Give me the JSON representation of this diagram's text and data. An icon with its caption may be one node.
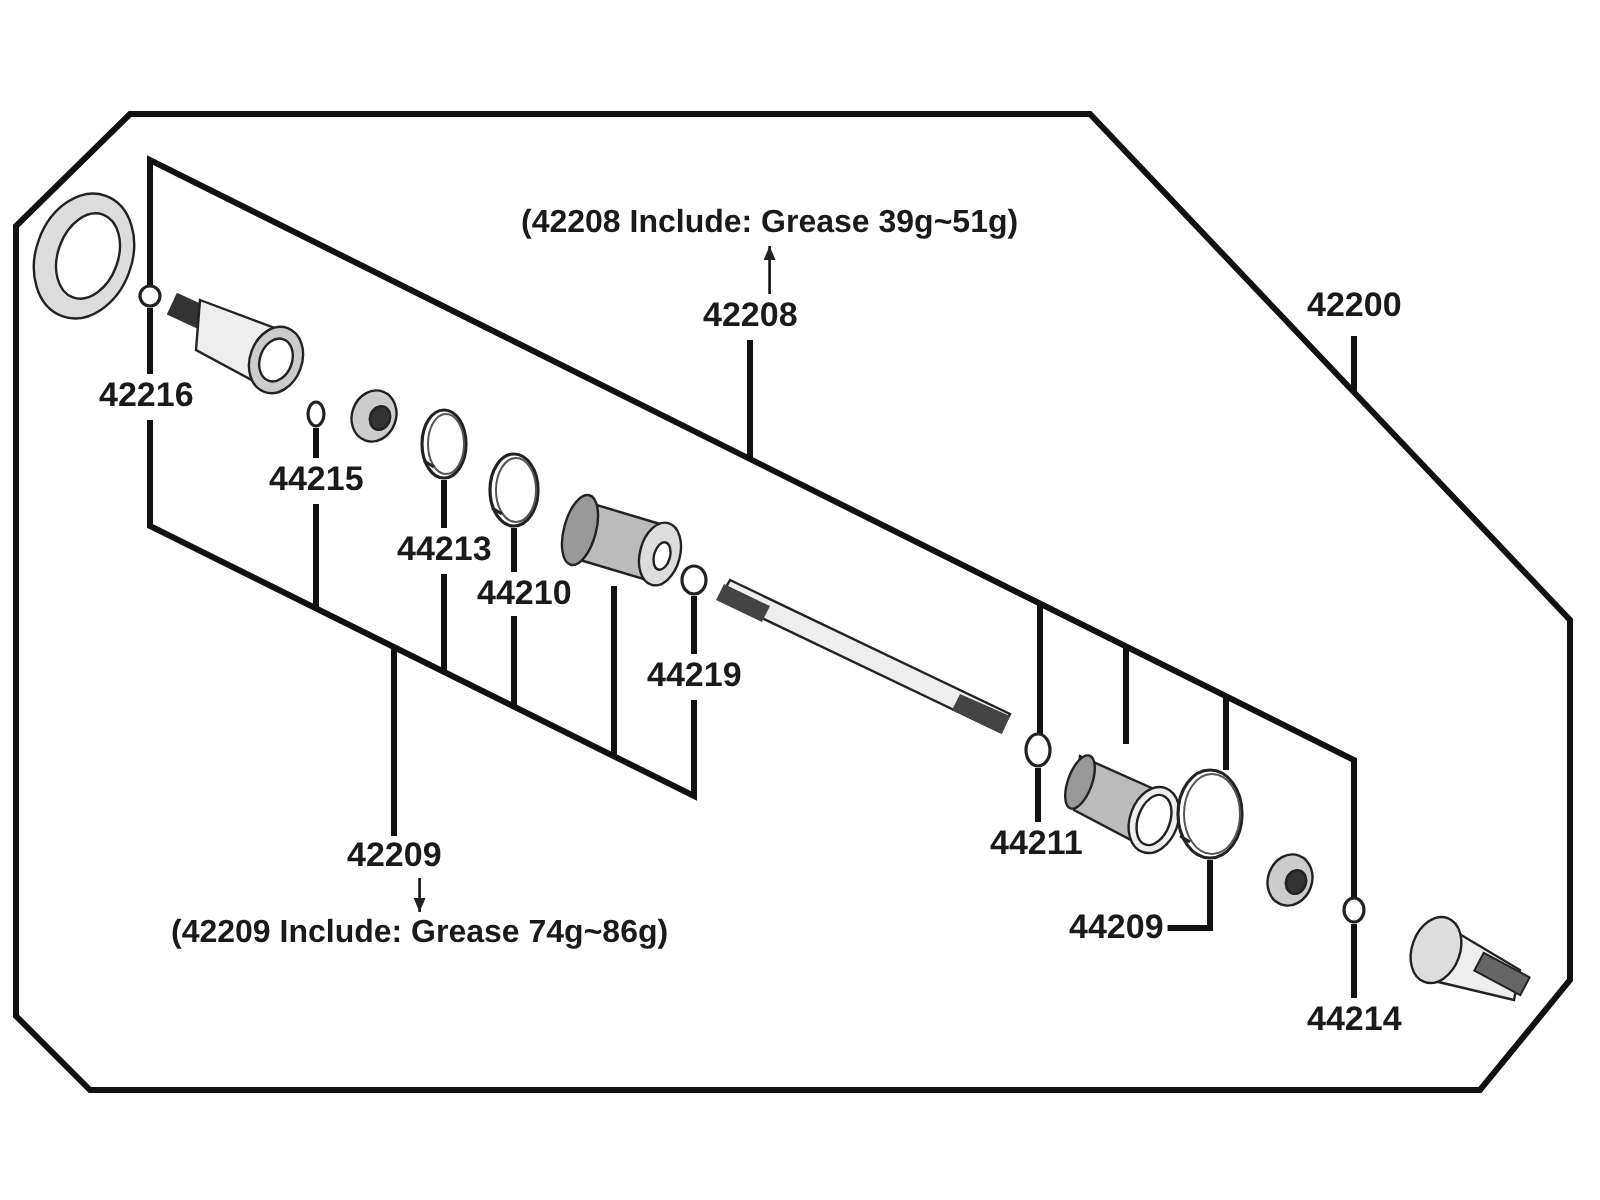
{
  "diagram": {
    "nodes": [
      {
        "text": [
          "(42208 Include: Grease 39g~51g)"
        ]
      },
      {
        "text": [
          "42208"
        ]
      },
      {
        "text": [
          "42200"
        ]
      },
      {
        "text": [
          "42216"
        ]
      },
      {
        "text": [
          "44215"
        ]
      },
      {
        "text": [
          "44213"
        ]
      },
      {
        "text": [
          "44210"
        ]
      },
      {
        "text": [
          "44219"
        ]
      },
      {
        "text": [
          "42209"
        ]
      },
      {
        "text": [
          "(42209 Include: Grease 74g~86g)"
        ]
      },
      {
        "text": [
          "44211"
        ]
      },
      {
        "text": [
          "44209"
        ]
      },
      {
        "text": [
          "44214"
        ]
      },
      {
        "text": [],
        "shape": "circle"
      },
      {
        "text": [],
        "shape": "circle"
      },
      {
        "text": [],
        "shape": "picture"
      },
      {
        "text": [],
        "shape": "picture"
      },
      {
        "text": [],
        "shape": "circle"
      },
      {
        "text": [],
        "shape": "circle"
      },
      {
        "text": [],
        "shape": "picture"
      },
      {
        "text": [],
        "shape": "circle"
      }
    ],
    "edges": [
      {
        "from": 1,
        "to": 0,
        "arrow": "to"
      },
      {
        "from": 8,
        "to": 9,
        "arrow": "to"
      },
      {
        "from": 3,
        "to": 13,
        "arrow": "none"
      },
      {
        "from": 4,
        "to": 14,
        "arrow": "none"
      },
      {
        "from": 5,
        "to": 15,
        "arrow": "none"
      },
      {
        "from": 6,
        "to": 16,
        "arrow": "none"
      },
      {
        "from": 7,
        "to": 17,
        "arrow": "none"
      },
      {
        "from": 10,
        "to": 18,
        "arrow": "none"
      },
      {
        "from": 11,
        "to": 19,
        "arrow": "none"
      },
      {
        "from": 12,
        "to": 20,
        "arrow": "none"
      }
    ]
  }
}
